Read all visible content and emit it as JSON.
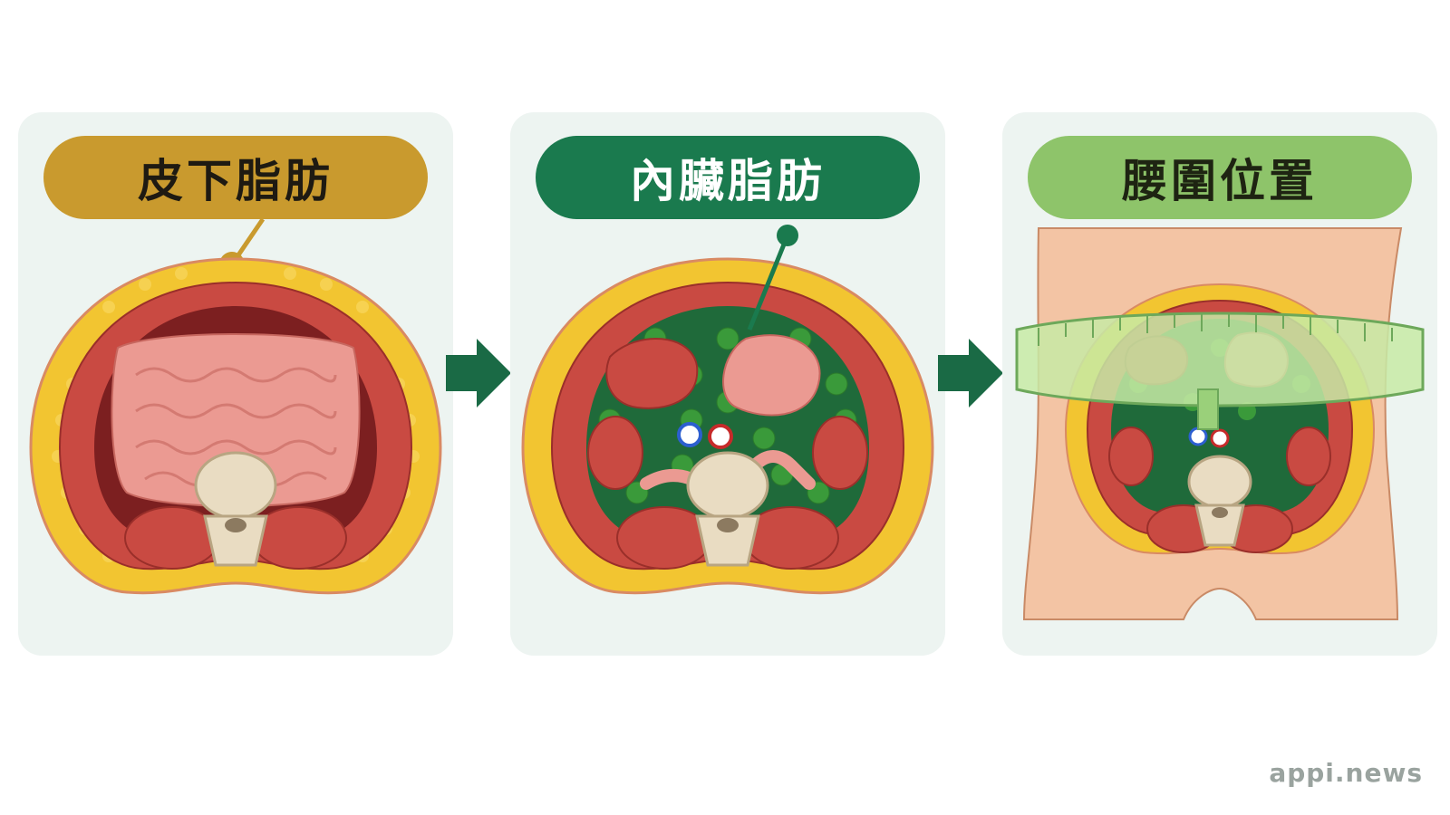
{
  "panels": [
    {
      "title": "皮下脂肪",
      "color": "#c99a2e"
    },
    {
      "title": "內臟脂肪",
      "color": "#1a7a4e"
    },
    {
      "title": "腰圍位置",
      "color": "#8ec46a"
    }
  ],
  "watermark": "appi.news",
  "colors": {
    "subcutaneous_fat": "#f2c531",
    "muscle": "#c94a42",
    "visceral_fat": "#3a9a3a",
    "intestine": "#eb9a92",
    "bone": "#e9dcc2",
    "skin": "#f3c4a4",
    "tape": "#c7eaa6",
    "arrow": "#1a6a45"
  },
  "icons": [
    "arrow-right-icon",
    "arrow-right-icon"
  ]
}
